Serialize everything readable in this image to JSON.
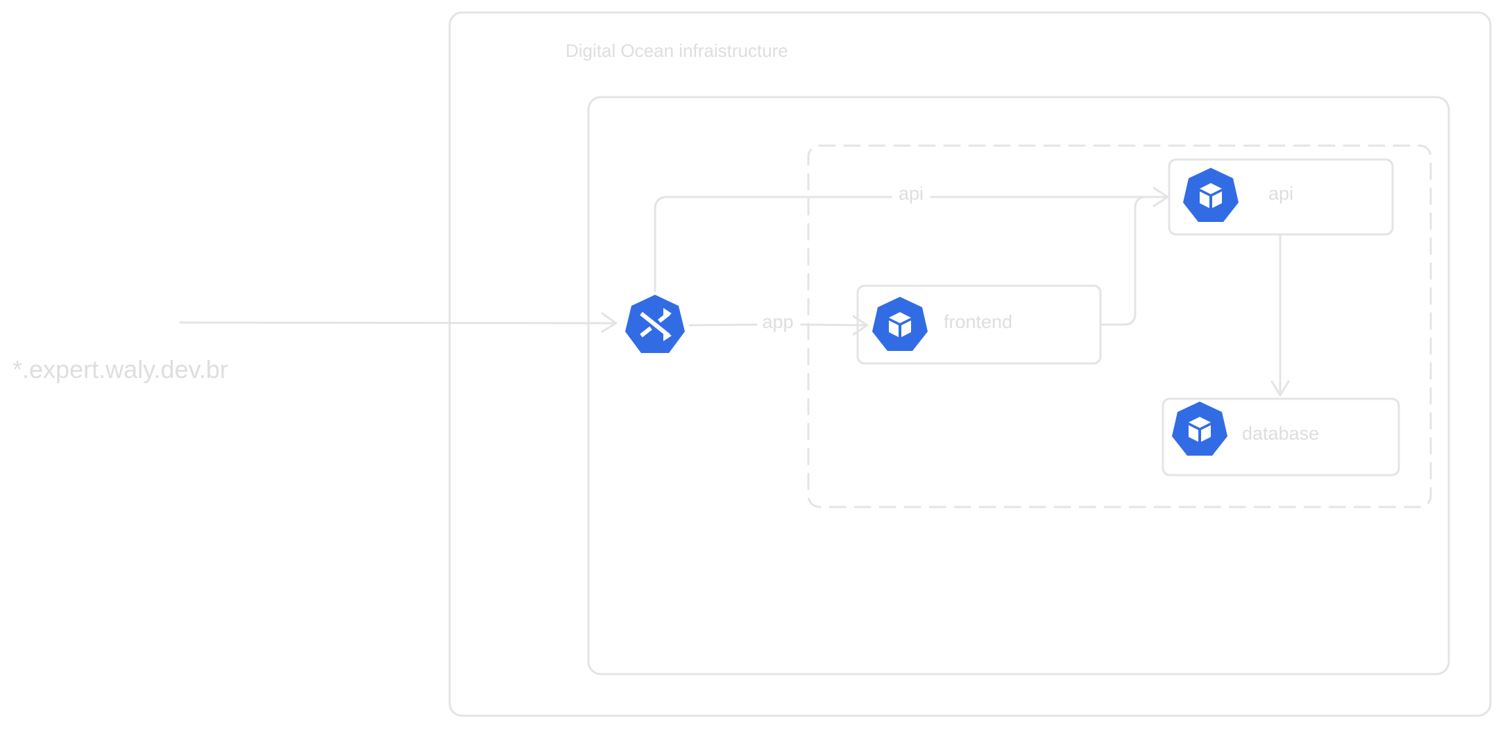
{
  "canvas": {
    "stroke_color": "#e4e4e4",
    "text_color": "#dedede",
    "icon_color": "#326ce5"
  },
  "external": {
    "domain": "*.expert.waly.dev.br"
  },
  "infrastructure": {
    "title": "Digital Ocean infraistructure"
  },
  "ingress": {
    "icon": "kubernetes-ingress-icon"
  },
  "routes": {
    "api_label": "api",
    "app_label": "app"
  },
  "services": {
    "frontend": {
      "label": "frontend",
      "icon": "kubernetes-pod-icon"
    },
    "api": {
      "label": "api",
      "icon": "kubernetes-pod-icon"
    },
    "database": {
      "label": "database",
      "icon": "kubernetes-pod-icon"
    }
  }
}
